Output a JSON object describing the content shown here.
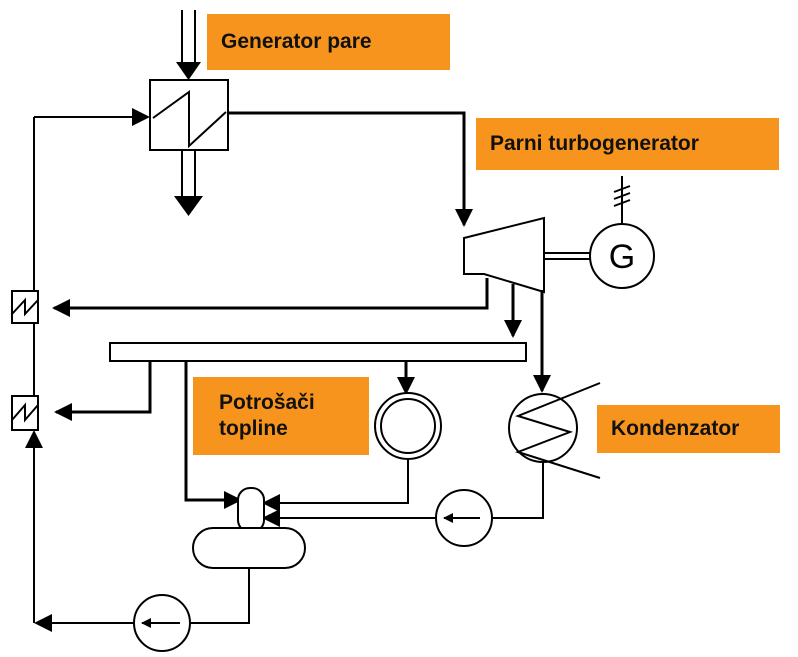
{
  "labels": {
    "steam_generator": "Generator pare",
    "steam_turbogenerator": "Parni turbogenerator",
    "heat_consumers_line1": "Potrošači",
    "heat_consumers_line2": "topline",
    "condenser": "Kondenzator",
    "generator_symbol": "G"
  },
  "colors": {
    "label_background": "#f7941d",
    "line": "#000000",
    "background": "#ffffff"
  }
}
